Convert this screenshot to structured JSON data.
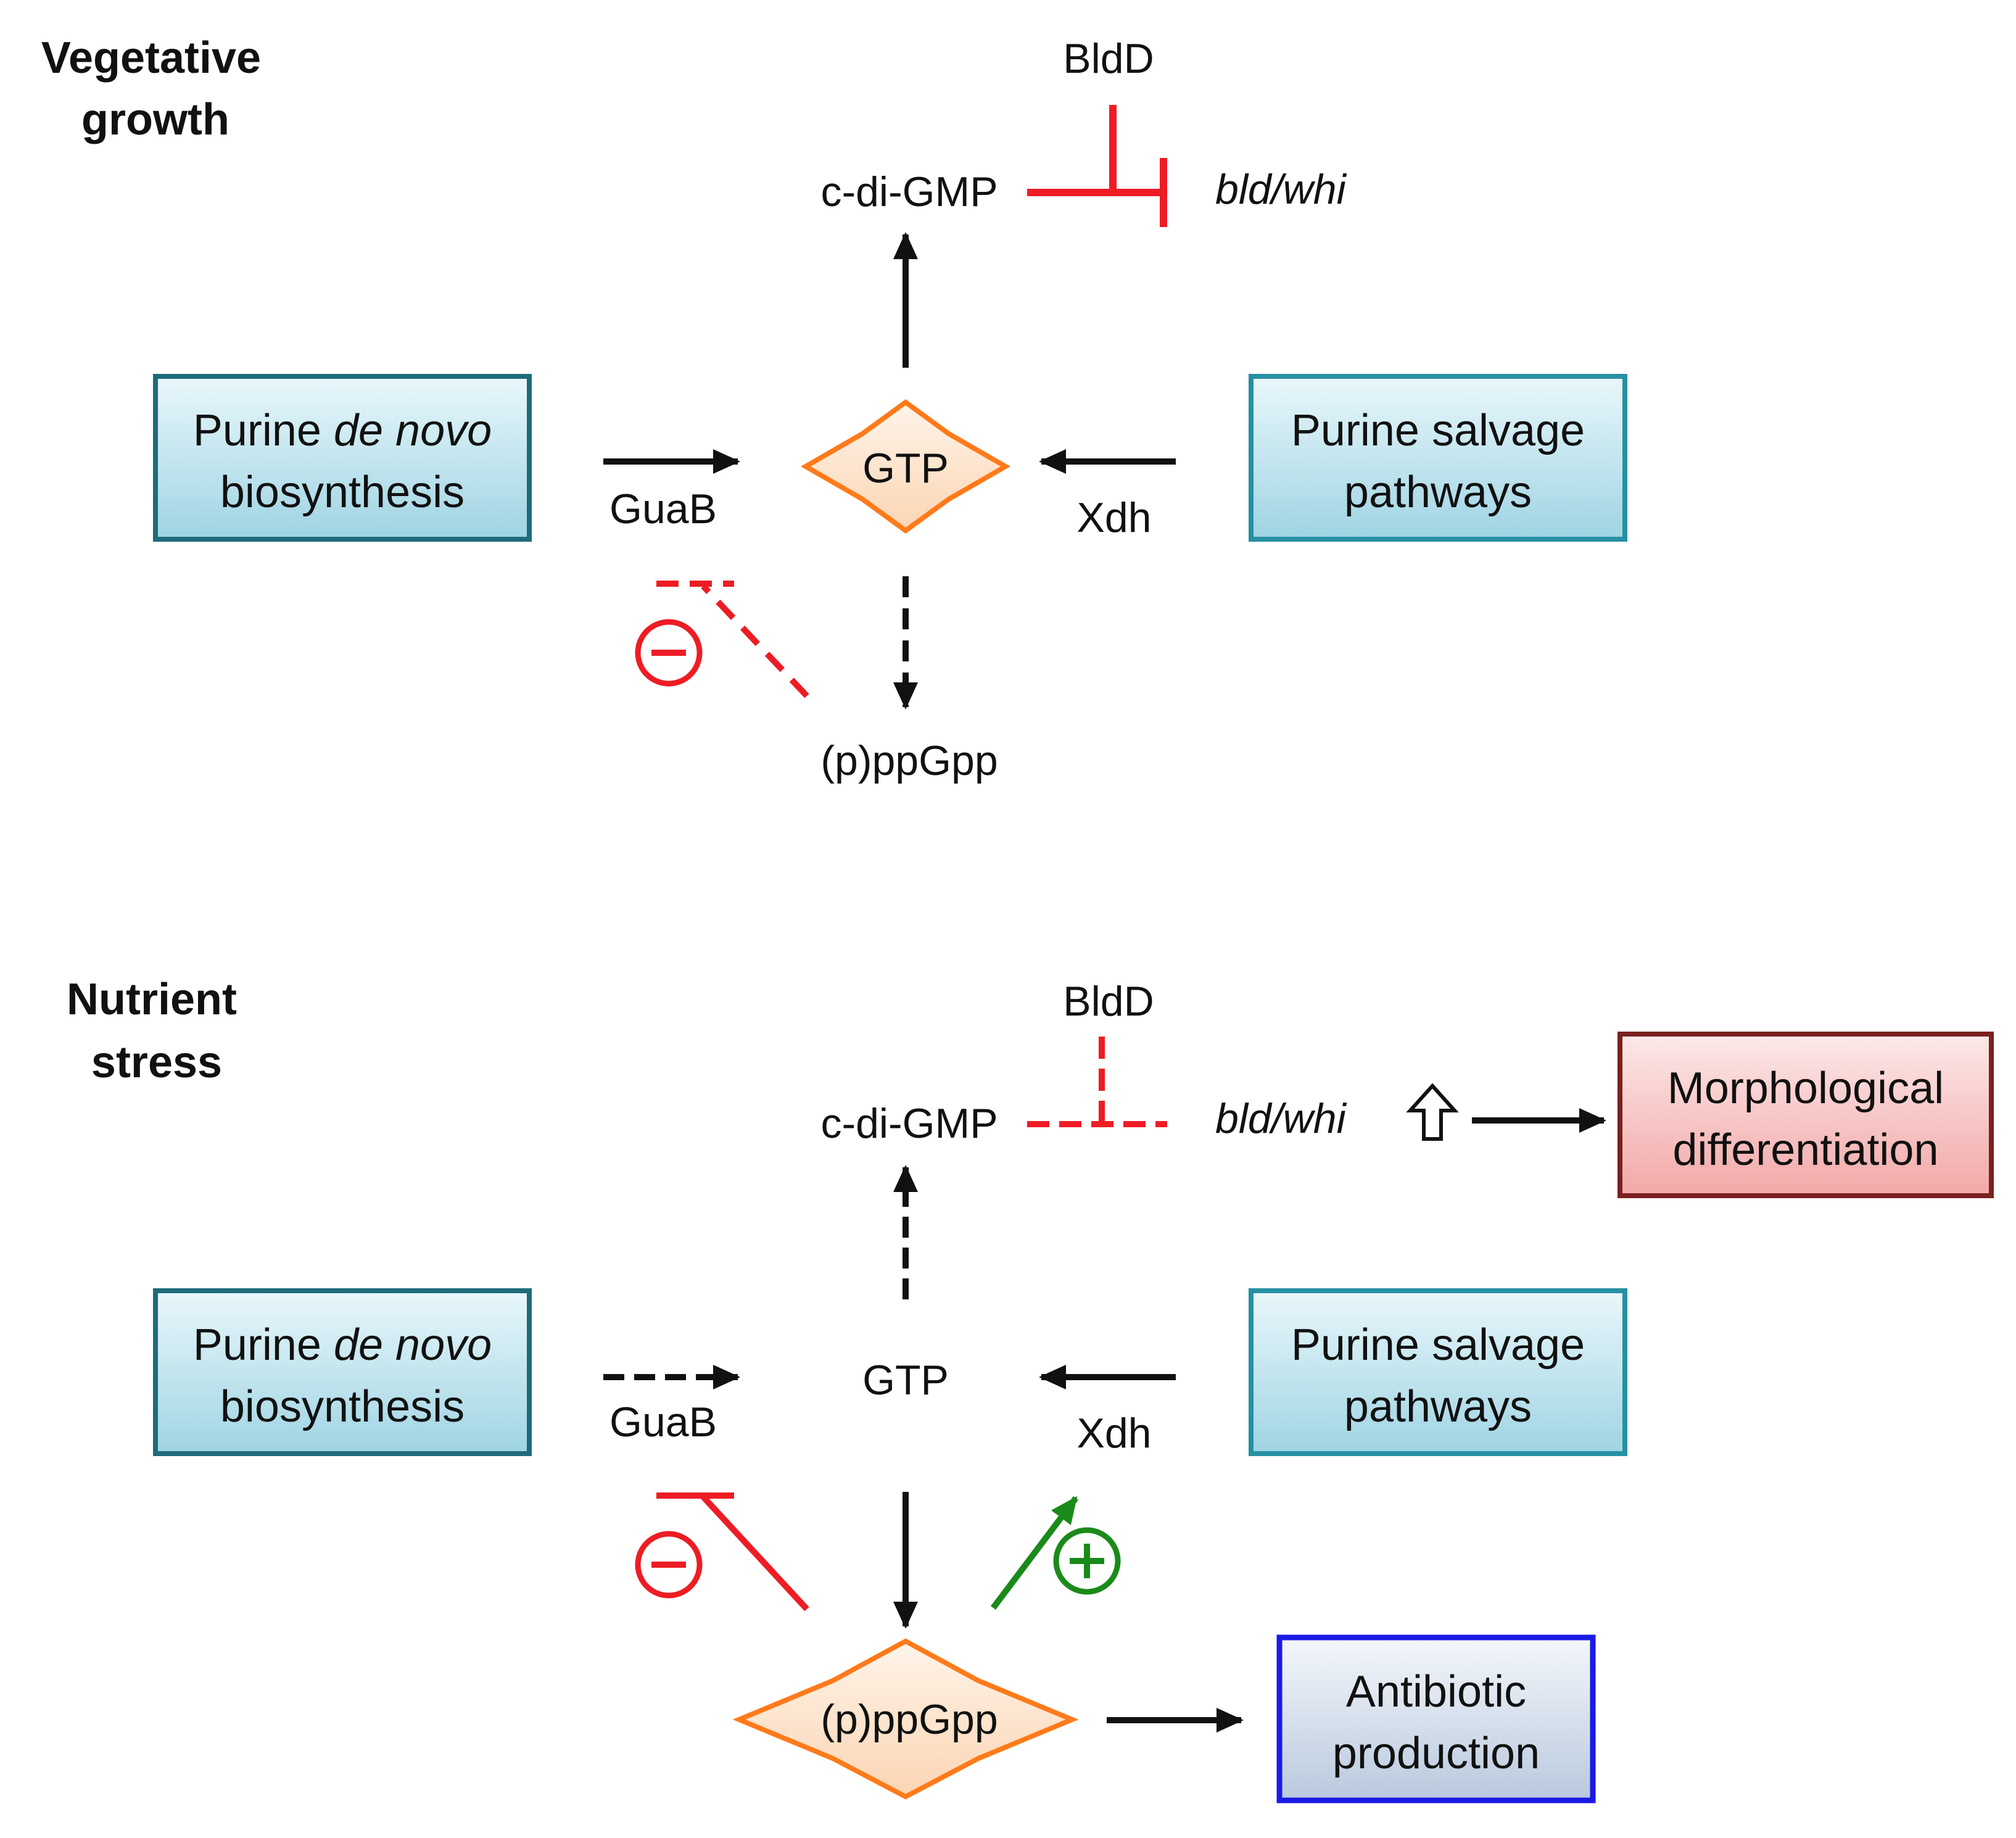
{
  "colors": {
    "teal_border": "#1f6b7a",
    "teal_fill_top": "#e9f7fb",
    "teal_fill_bottom": "#9fd4e3",
    "red_border": "#7a2020",
    "red_fill_top": "#fde8e8",
    "red_fill_bottom": "#f2a8a8",
    "blue_border": "#1a1ae6",
    "blue_fill_top": "#f4f7fb",
    "blue_fill_bottom": "#b9c9de",
    "star_border": "#ff7a1a",
    "star_fill_top": "#fff4ea",
    "star_fill_bottom": "#fbd5b3",
    "inhibit_red": "#ee1c24",
    "activate_green": "#1a8a1a"
  },
  "top_panel": {
    "heading_line1": "Vegetative",
    "heading_line2": "growth",
    "bldD": "BldD",
    "c_di_gmp": "c-di-GMP",
    "bld_whi": "bld/whi",
    "denovo_box": {
      "line1_prefix": "Purine ",
      "line1_italic": "de novo",
      "line2": "biosynthesis"
    },
    "salvage_box": {
      "line1": "Purine salvage",
      "line2": "pathways"
    },
    "gtp": "GTP",
    "guaB": "GuaB",
    "xdh": "Xdh",
    "ppgpp": "(p)ppGpp",
    "minus_icon": "minus-circle-icon"
  },
  "bottom_panel": {
    "heading_line1": "Nutrient",
    "heading_line2": "stress",
    "bldD": "BldD",
    "c_di_gmp": "c-di-GMP",
    "bld_whi": "bld/whi",
    "up_arrow_icon": "hollow-up-arrow-icon",
    "morph_box": {
      "line1": "Morphological",
      "line2": "differentiation"
    },
    "denovo_box": {
      "line1_prefix": "Purine ",
      "line1_italic": "de novo",
      "line2": "biosynthesis"
    },
    "salvage_box": {
      "line1": "Purine salvage",
      "line2": "pathways"
    },
    "gtp": "GTP",
    "guaB": "GuaB",
    "xdh": "Xdh",
    "ppgpp": "(p)ppGpp",
    "antibiotic_box": {
      "line1": "Antibiotic",
      "line2": "production"
    },
    "minus_icon": "minus-circle-icon",
    "plus_icon": "plus-circle-icon"
  }
}
